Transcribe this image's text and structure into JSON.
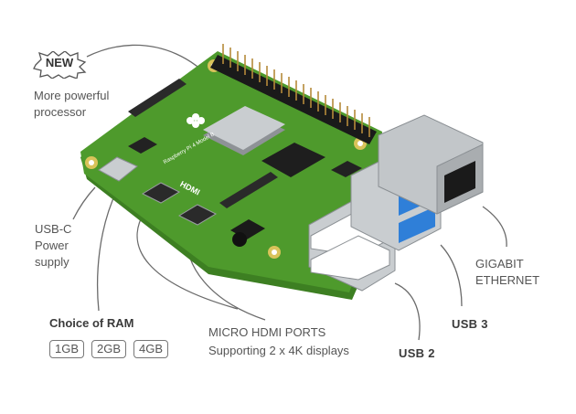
{
  "new_badge": "NEW",
  "processor": {
    "line1": "More powerful",
    "line2": "processor"
  },
  "usbc": {
    "title": "USB-C",
    "line1": "Power",
    "line2": "supply"
  },
  "ram": {
    "title": "Choice of RAM",
    "options": [
      "1GB",
      "2GB",
      "4GB"
    ]
  },
  "hdmi": {
    "title": "MICRO HDMI PORTS",
    "subtitle": "Supporting 2 x 4K displays"
  },
  "usb2": "USB 2",
  "usb3": "USB 3",
  "ethernet": {
    "line1": "GIGABIT",
    "line2": "ETHERNET"
  },
  "board_print": {
    "brand": "Raspberry Pi 4 Model B",
    "hdmi_silk": "HDMI"
  },
  "colors": {
    "pcb": "#4e9a2c",
    "pcb_dark": "#3d7f22",
    "metal": "#c9cdd0",
    "usb3_blue": "#2f7fd8",
    "line": "#6b6b6b"
  }
}
